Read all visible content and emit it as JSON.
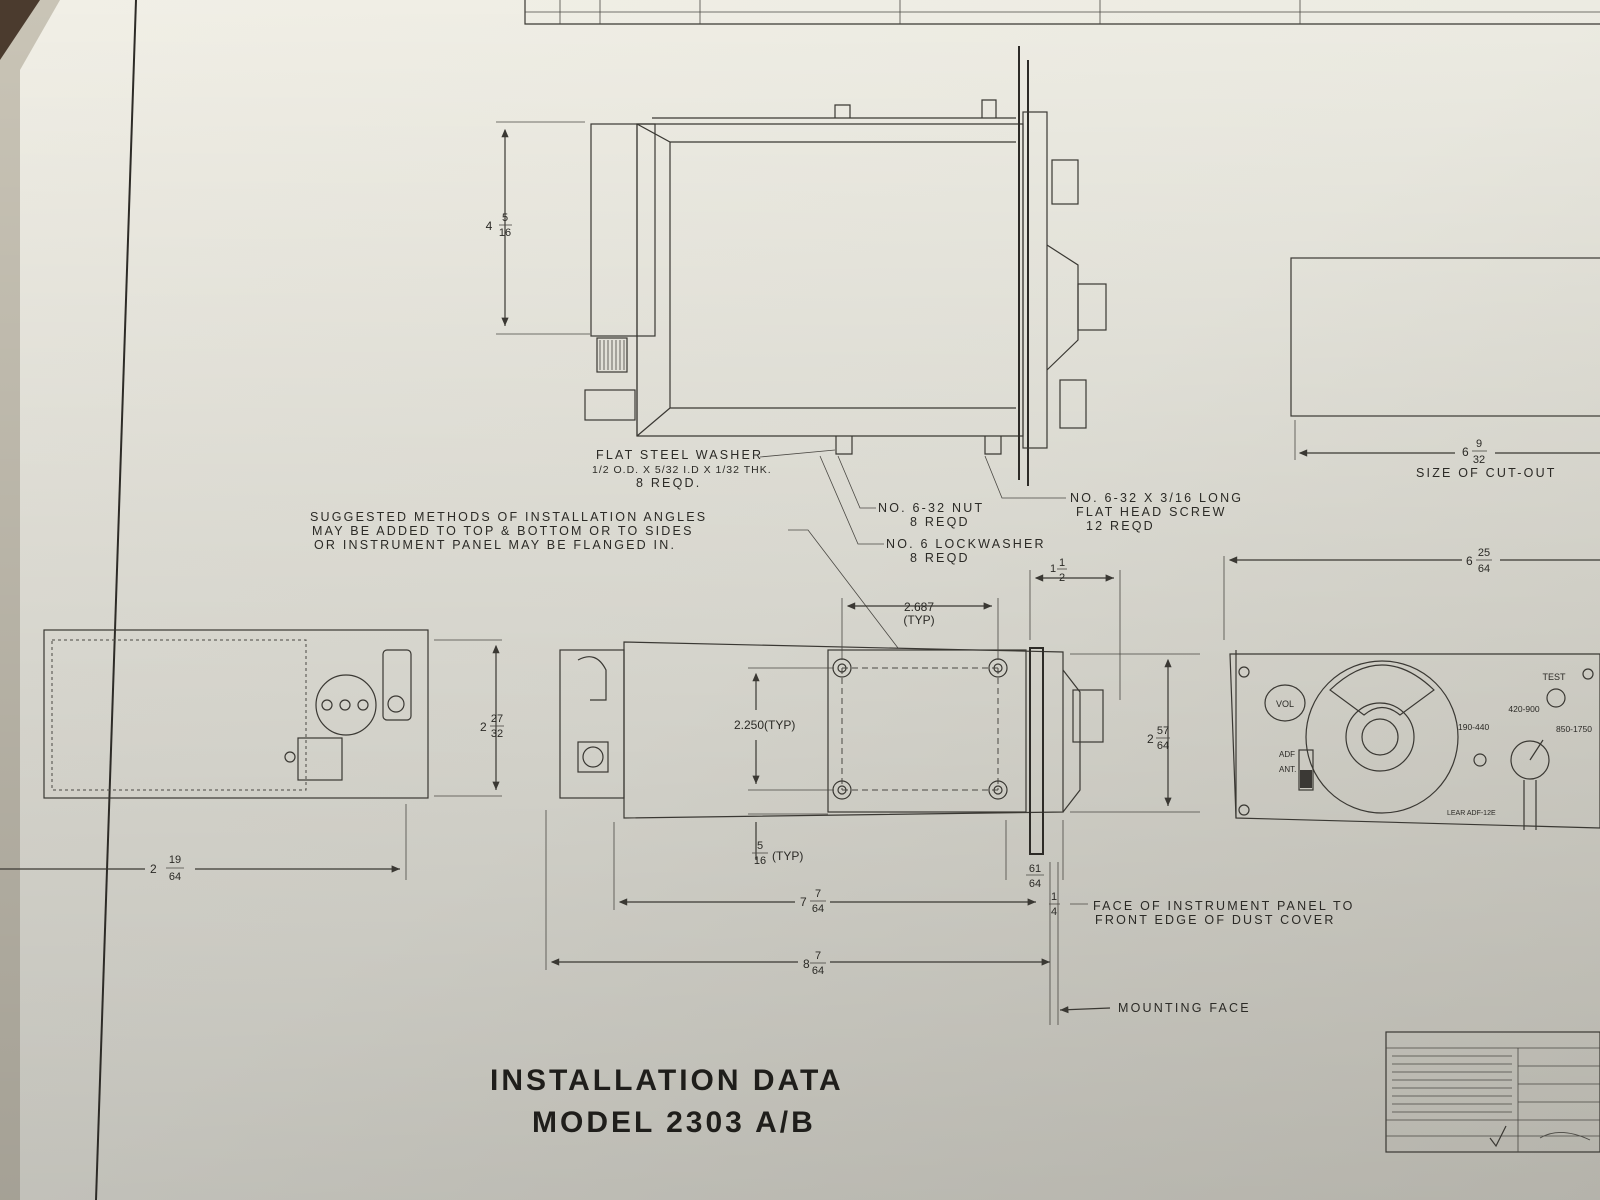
{
  "title": {
    "line1": "INSTALLATION DATA",
    "line2": "MODEL 2303 A/B"
  },
  "side_view": {
    "height_whole": "4",
    "height_num": "5",
    "height_den": "16",
    "washer_label_1": "FLAT STEEL WASHER",
    "washer_label_2": "1/2 O.D. X 5/32 I.D X 1/32 THK.",
    "washer_label_3": "8 REQD.",
    "nut_label_1": "NO. 6-32 NUT",
    "nut_label_2": "8 REQD",
    "lockwasher_label_1": "NO. 6 LOCKWASHER",
    "lockwasher_label_2": "8 REQD",
    "screw_label_1": "NO. 6-32 X 3/16 LONG",
    "screw_label_2": "FLAT HEAD SCREW",
    "screw_label_3": "12 REQD"
  },
  "cutout": {
    "width_whole": "6",
    "width_num": "9",
    "width_den": "32",
    "label": "SIZE OF CUT-OUT"
  },
  "suggested_note": {
    "line1": "SUGGESTED METHODS OF INSTALLATION ANGLES",
    "line2": "MAY BE ADDED TO TOP & BOTTOM OR TO SIDES",
    "line3": "OR INSTRUMENT PANEL MAY BE FLANGED IN."
  },
  "end_view": {
    "height_whole": "2",
    "height_num": "27",
    "height_den": "32",
    "width_whole": "2",
    "width_num": "19",
    "width_den": "64"
  },
  "top_view": {
    "hole_spacing": "2.687",
    "hole_spacing_typ": "(TYP)",
    "hole_vertical": "2.250(TYP)",
    "edge_num": "5",
    "edge_den": "16",
    "edge_typ": "(TYP)",
    "knob_whole": "1",
    "knob_num": "1",
    "knob_den": "2",
    "height_whole": "2",
    "height_num": "57",
    "height_den": "64",
    "panel_num": "61",
    "panel_den": "64",
    "depth1_whole": "7",
    "depth1_num": "7",
    "depth1_den": "64",
    "depth2_whole": "8",
    "depth2_num": "7",
    "depth2_den": "64",
    "quarter_num": "1",
    "quarter_den": "4",
    "face_note_1": "FACE OF INSTRUMENT PANEL TO",
    "face_note_2": "FRONT EDGE OF DUST COVER",
    "mounting_face": "MOUNTING FACE"
  },
  "front_panel": {
    "width_whole": "6",
    "width_num": "25",
    "width_den": "64",
    "vol": "VOL",
    "test": "TEST",
    "adf": "ADF",
    "ant": "ANT.",
    "band1": "190-440",
    "band2": "420-900",
    "band3": "850-1750",
    "model": "LEAR ADF-12E"
  }
}
